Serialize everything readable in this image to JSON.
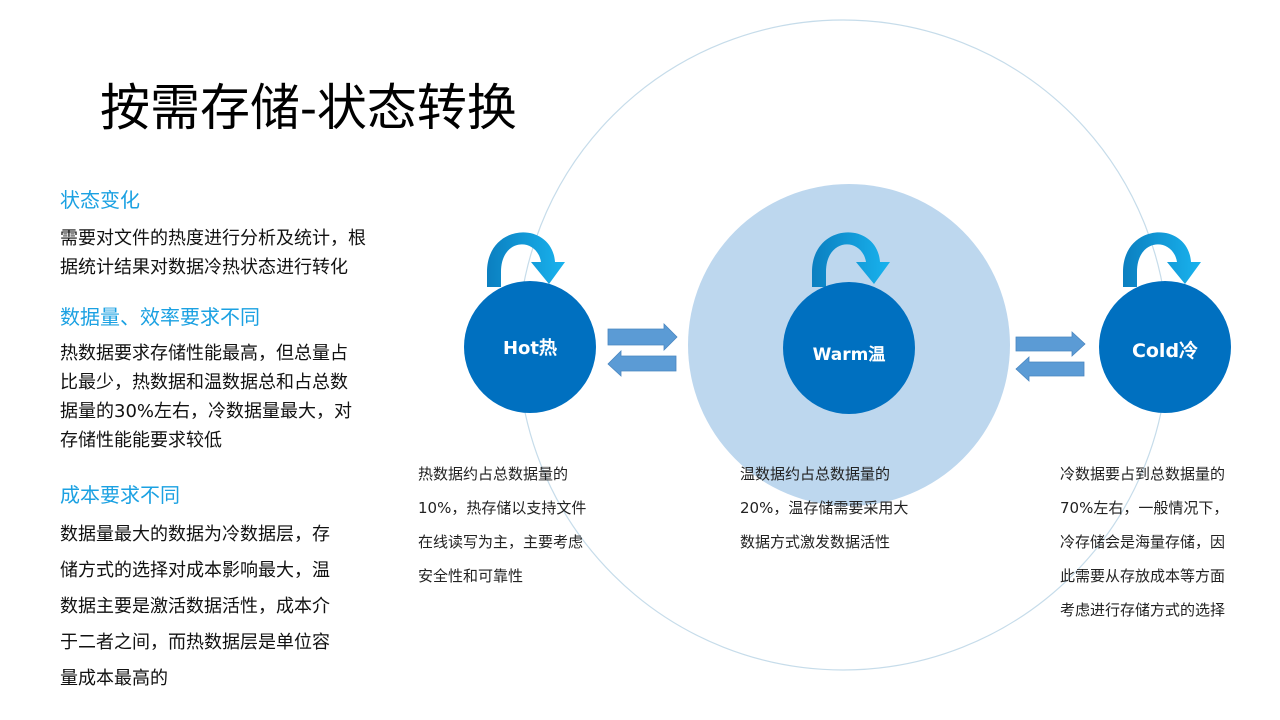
{
  "title": "按需存储-状态转换",
  "sections": [
    {
      "heading": "状态变化",
      "lines": [
        "需要对文件的热度进行分析及统计，根",
        "据统计结果对数据冷热状态进行转化"
      ]
    },
    {
      "heading": "数据量、效率要求不同",
      "lines": [
        "热数据要求存储性能最高，但总量占",
        "比最少，热数据和温数据总和占总数",
        "据量的30%左右，冷数据量最大，对",
        "存储性能能要求较低"
      ]
    },
    {
      "heading": "成本要求不同",
      "lines": [
        "数据量最大的数据为冷数据层，存",
        "储方式的选择对成本影响最大，温",
        "数据主要是激活数据活性，成本介",
        "于二者之间，而热数据层是单位容",
        "量成本最高的"
      ]
    }
  ],
  "states": [
    {
      "label": "Hot热",
      "note": [
        "热数据约占总数据量的",
        "10%，热存储以支持文件",
        "在线读写为主，主要考虑",
        "安全性和可靠性"
      ]
    },
    {
      "label": "Warm温",
      "note": [
        "温数据约占总数据量的",
        "20%，温存储需要采用大",
        "数据方式激发数据活性"
      ]
    },
    {
      "label": "Cold冷",
      "note": [
        "冷数据要占到总数据量的",
        "70%左右，一般情况下，",
        "冷存储会是海量存储，因",
        "此需要从存放成本等方面",
        "考虑进行存储方式的选择"
      ]
    }
  ],
  "colors": {
    "accent": "#1ba1e2",
    "node": "#0070c0",
    "halo": "#bdd7ee",
    "arrow": "#5b9bd5"
  }
}
